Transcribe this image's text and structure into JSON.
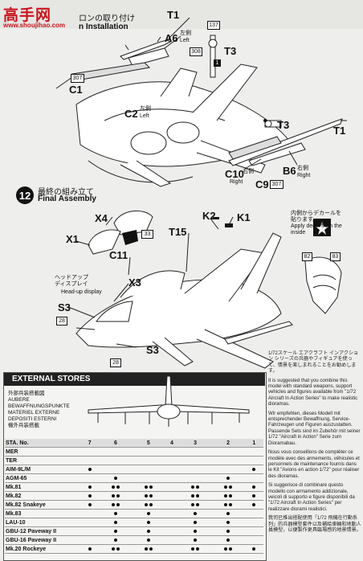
{
  "watermark": {
    "cn": "高手网",
    "url": "www.shoujihao.com"
  },
  "step_wing": {
    "title_jp": "ロンの取り付け",
    "title_en": "n Installation",
    "labels": {
      "T1": "T1",
      "A6": "A6",
      "C1": "C1",
      "C2": "C2",
      "T3a": "T3",
      "T3b": "T3",
      "C10": "C10",
      "C9": "C9",
      "B6": "B6",
      "T1b": "T1"
    },
    "left_jp": "左側",
    "left_en": "Left",
    "right_jp": "右側",
    "right_en": "Right",
    "badges": [
      "137",
      "308",
      "1",
      "307",
      "307"
    ]
  },
  "step12": {
    "number": "12",
    "title_jp": "最終の組み立て",
    "title_en": "Final Assembly",
    "labels": {
      "X4": "X4",
      "X1": "X1",
      "C11": "C11",
      "T15": "T15",
      "K2": "K2",
      "K1": "K1",
      "X3": "X3",
      "S3a": "S3",
      "S3b": "S3"
    },
    "badges": [
      "33",
      "28",
      "28",
      "82",
      "83"
    ],
    "hud_jp": "ヘッドアップ\nディスプレイ",
    "hud_en": "Head-up display",
    "decal_note": "内側からデカールを\n貼ります。\nApply decal from the\ninside"
  },
  "external_stores": {
    "heading": "EXTERNAL STORES",
    "multilang": [
      "外部兵装搭載図",
      "AUBERE",
      "BEWAFFNUNGSPUNKTE",
      "MATERIEL EXTERNE",
      "DEPOSITI ESTERNI",
      "機外兵装搭載"
    ],
    "sta_label": "STA. No.",
    "stations": [
      "7",
      "6",
      "5",
      "4",
      "3",
      "2",
      "1"
    ],
    "rows": [
      {
        "name": "MER",
        "dots": [
          0,
          0,
          0,
          0,
          0,
          0,
          0
        ]
      },
      {
        "name": "TER",
        "dots": [
          0,
          0,
          0,
          0,
          0,
          0,
          0
        ]
      },
      {
        "name": "AIM-9L/M",
        "dots": [
          1,
          0,
          0,
          0,
          0,
          0,
          1
        ]
      },
      {
        "name": "AGM-65",
        "dots": [
          0,
          1,
          0,
          0,
          0,
          1,
          0
        ]
      },
      {
        "name": "Mk.81",
        "dots": [
          1,
          2,
          2,
          0,
          2,
          2,
          1
        ]
      },
      {
        "name": "Mk.82",
        "dots": [
          1,
          2,
          2,
          0,
          2,
          2,
          1
        ]
      },
      {
        "name": "Mk.82 Snakeye",
        "dots": [
          1,
          2,
          2,
          0,
          2,
          2,
          1
        ]
      },
      {
        "name": "Mk.83",
        "dots": [
          0,
          1,
          1,
          0,
          1,
          1,
          0
        ]
      },
      {
        "name": "LAU-10",
        "dots": [
          0,
          1,
          1,
          0,
          1,
          1,
          0
        ]
      },
      {
        "name": "GBU-12 Paveway II",
        "dots": [
          0,
          1,
          1,
          0,
          1,
          1,
          0
        ]
      },
      {
        "name": "GBU-16 Paveway II",
        "dots": [
          0,
          1,
          1,
          0,
          1,
          1,
          0
        ]
      },
      {
        "name": "Mk.20 Rockeye",
        "dots": [
          1,
          2,
          2,
          0,
          2,
          2,
          1
        ]
      }
    ]
  },
  "notes": {
    "jp": "1/72スケール エアクラフト インアクション シリーズの兵器やフィギュアを使って、情景を楽しまれることをお勧めします。",
    "en": "It is suggested that you combine this model with standard weapons, support vehicles and figures available from \"1/72 Aircraft In Action Series\" to make realistic dioramas.",
    "de": "Wir empfehlen, dieses Modell mit entsprechender Bewaffnung, Service-Fahrzeugen und Figuren auszustatten. Passende Sets sind im Zubehör mit seiner 1/72 \"Aircraft in Action\" Serie zum Dioramabau.",
    "fr": "Nous vous conseillons de compléter ce modèle avec des armements, véhicules et personnels de maintenance fournis dans le Kit \"Avions en action 1/72\" pour réaliser des dioramas.",
    "it": "Si suggerisce di combinare questo modello con armamento addizionale, veicoli di supporto e figure disponibili da \"1/72 Aircraft In Action Series\" per realizzare diorami realistici.",
    "cn": "我司已推出搭配使用「1/72 飛機在行動系列」的兵器模型套件以及補給車輛和地勤人員模型，以便製作更具臨場感的地景情景。"
  }
}
